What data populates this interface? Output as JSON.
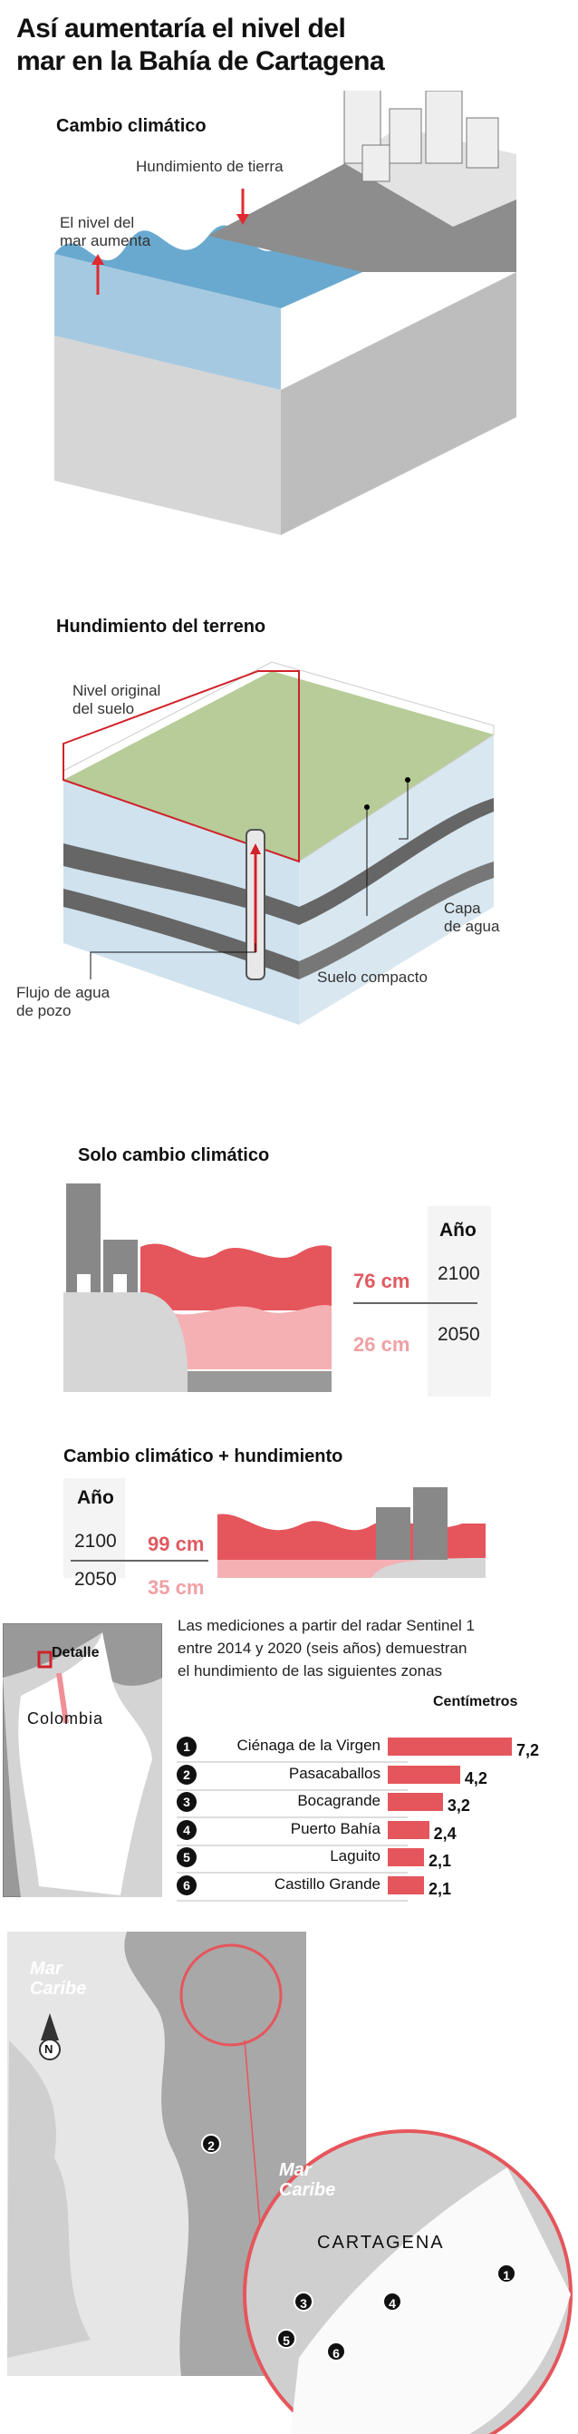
{
  "title": "Así aumentaría el nivel del mar en la Bahía de Cartagena",
  "title_lines": [
    "Así aumentaría el nivel del",
    "mar en la Bahía de Cartagena"
  ],
  "section1": {
    "heading": "Cambio climático",
    "label_sinking": "Hundimiento de tierra",
    "label_sea": "El nivel del mar aumenta",
    "label_sea_lines": [
      "El nivel del",
      "mar aumenta"
    ]
  },
  "section2": {
    "heading": "Hundimiento del terreno",
    "label_original": [
      "Nivel original",
      "del suelo"
    ],
    "label_water": [
      "Capa",
      "de agua"
    ],
    "label_soil": "Suelo compacto",
    "label_well": [
      "Flujo de agua",
      "de pozo"
    ]
  },
  "scenario1": {
    "heading": "Solo cambio climático",
    "year_header": "Año",
    "rows": [
      {
        "year": "2100",
        "value": "76 cm"
      },
      {
        "year": "2050",
        "value": "26 cm"
      }
    ]
  },
  "scenario2": {
    "heading": "Cambio climático  + hundimiento",
    "year_header": "Año",
    "rows": [
      {
        "year": "2100",
        "value": "99 cm"
      },
      {
        "year": "2050",
        "value": "35 cm"
      }
    ]
  },
  "locator": {
    "detail_label": "Detalle",
    "country": "Colombia"
  },
  "measurements": {
    "intro": [
      "Las mediciones a partir del radar Sentinel 1",
      "entre 2014 y 2020 (seis años) demuestran",
      "el hundimiento de las siguientes zonas"
    ],
    "unit": "Centímetros",
    "colors": {
      "bar": "#e5565c"
    }
  },
  "chart_data": {
    "type": "bar",
    "title": "Hundimiento 2014–2020",
    "ylabel": "Centímetros",
    "categories": [
      "Ciénaga de la Virgen",
      "Pasacaballos",
      "Bocagrande",
      "Puerto Bahía",
      "Laguito",
      "Castillo Grande"
    ],
    "numbers": [
      "1",
      "2",
      "3",
      "4",
      "5",
      "6"
    ],
    "values": [
      7.2,
      4.2,
      3.2,
      2.4,
      2.1,
      2.1
    ],
    "labels": [
      "7,2",
      "4,2",
      "3,2",
      "2,4",
      "2,1",
      "2,1"
    ],
    "xlim": [
      0,
      7.2
    ]
  },
  "map": {
    "sea_label": [
      "Mar",
      "Caribe"
    ],
    "inset_sea_label": [
      "Mar",
      "Caribe"
    ],
    "city": "CARTAGENA",
    "compass": "N",
    "markers": [
      "1",
      "2",
      "3",
      "4",
      "5",
      "6"
    ]
  }
}
